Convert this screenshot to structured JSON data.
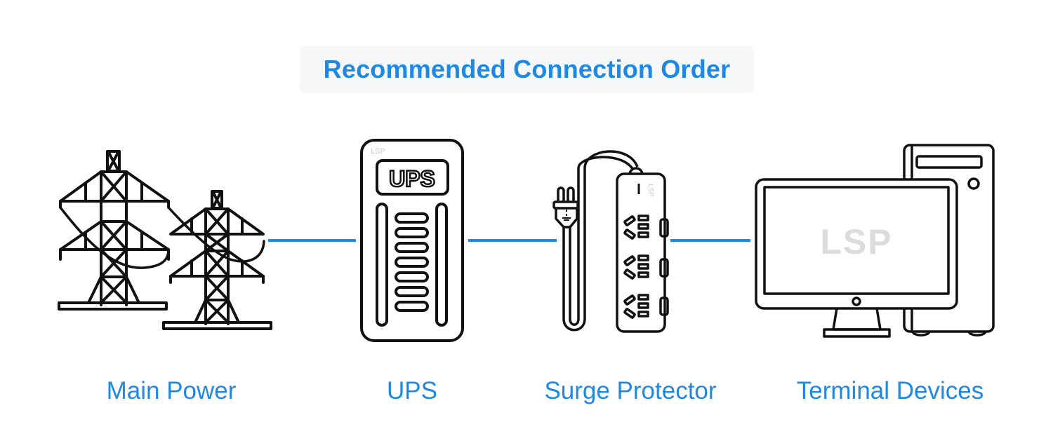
{
  "title": "Recommended Connection Order",
  "accent_color": "#1e88e5",
  "steps": [
    {
      "label": "Main Power",
      "icon": "power-transmission-towers-icon"
    },
    {
      "label": "UPS",
      "icon": "ups-icon"
    },
    {
      "label": "Surge Protector",
      "icon": "surge-protector-icon"
    },
    {
      "label": "Terminal Devices",
      "icon": "desktop-computer-icon"
    }
  ],
  "ups_device": {
    "brand": "LSP",
    "screen_text": "UPS"
  },
  "surge_protector": {
    "brand": "LSP"
  },
  "monitor": {
    "brand": "LSP"
  }
}
